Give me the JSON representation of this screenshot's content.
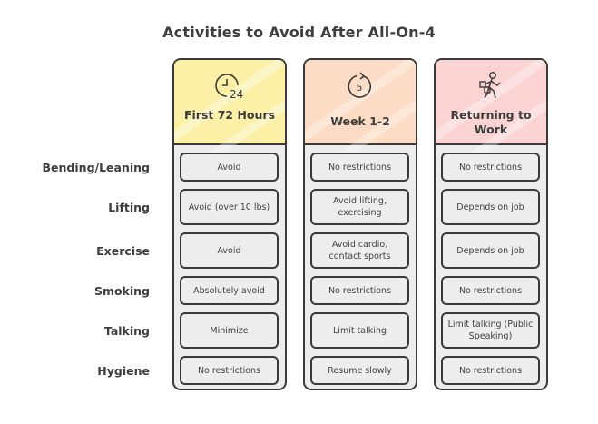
{
  "title": "Activities to Avoid After All-On-4",
  "rows": [
    {
      "label": "Bending/Leaning"
    },
    {
      "label": "Lifting"
    },
    {
      "label": "Exercise"
    },
    {
      "label": "Smoking"
    },
    {
      "label": "Talking"
    },
    {
      "label": "Hygiene"
    }
  ],
  "columns": [
    {
      "header": "First 72 Hours",
      "icon": "clock-24-icon",
      "color": "#fbf0a6",
      "cells": [
        "Avoid",
        "Avoid (over 10 lbs)",
        "Avoid",
        "Absolutely avoid",
        "Minimize",
        "No restrictions"
      ]
    },
    {
      "header": "Week 1-2",
      "icon": "repeat-5-icon",
      "color": "#fcdcc4",
      "cells": [
        "No restrictions",
        "Avoid lifting, exercising",
        "Avoid cardio, contact sports",
        "No restrictions",
        "Limit talking",
        "Resume slowly"
      ]
    },
    {
      "header": "Returning to Work",
      "icon": "person-walking-to-work-icon",
      "color": "#fbd3d3",
      "cells": [
        "No restrictions",
        "Depends on job",
        "Depends on job",
        "No restrictions",
        "Limit talking (Public Speaking)",
        "No restrictions"
      ]
    }
  ]
}
